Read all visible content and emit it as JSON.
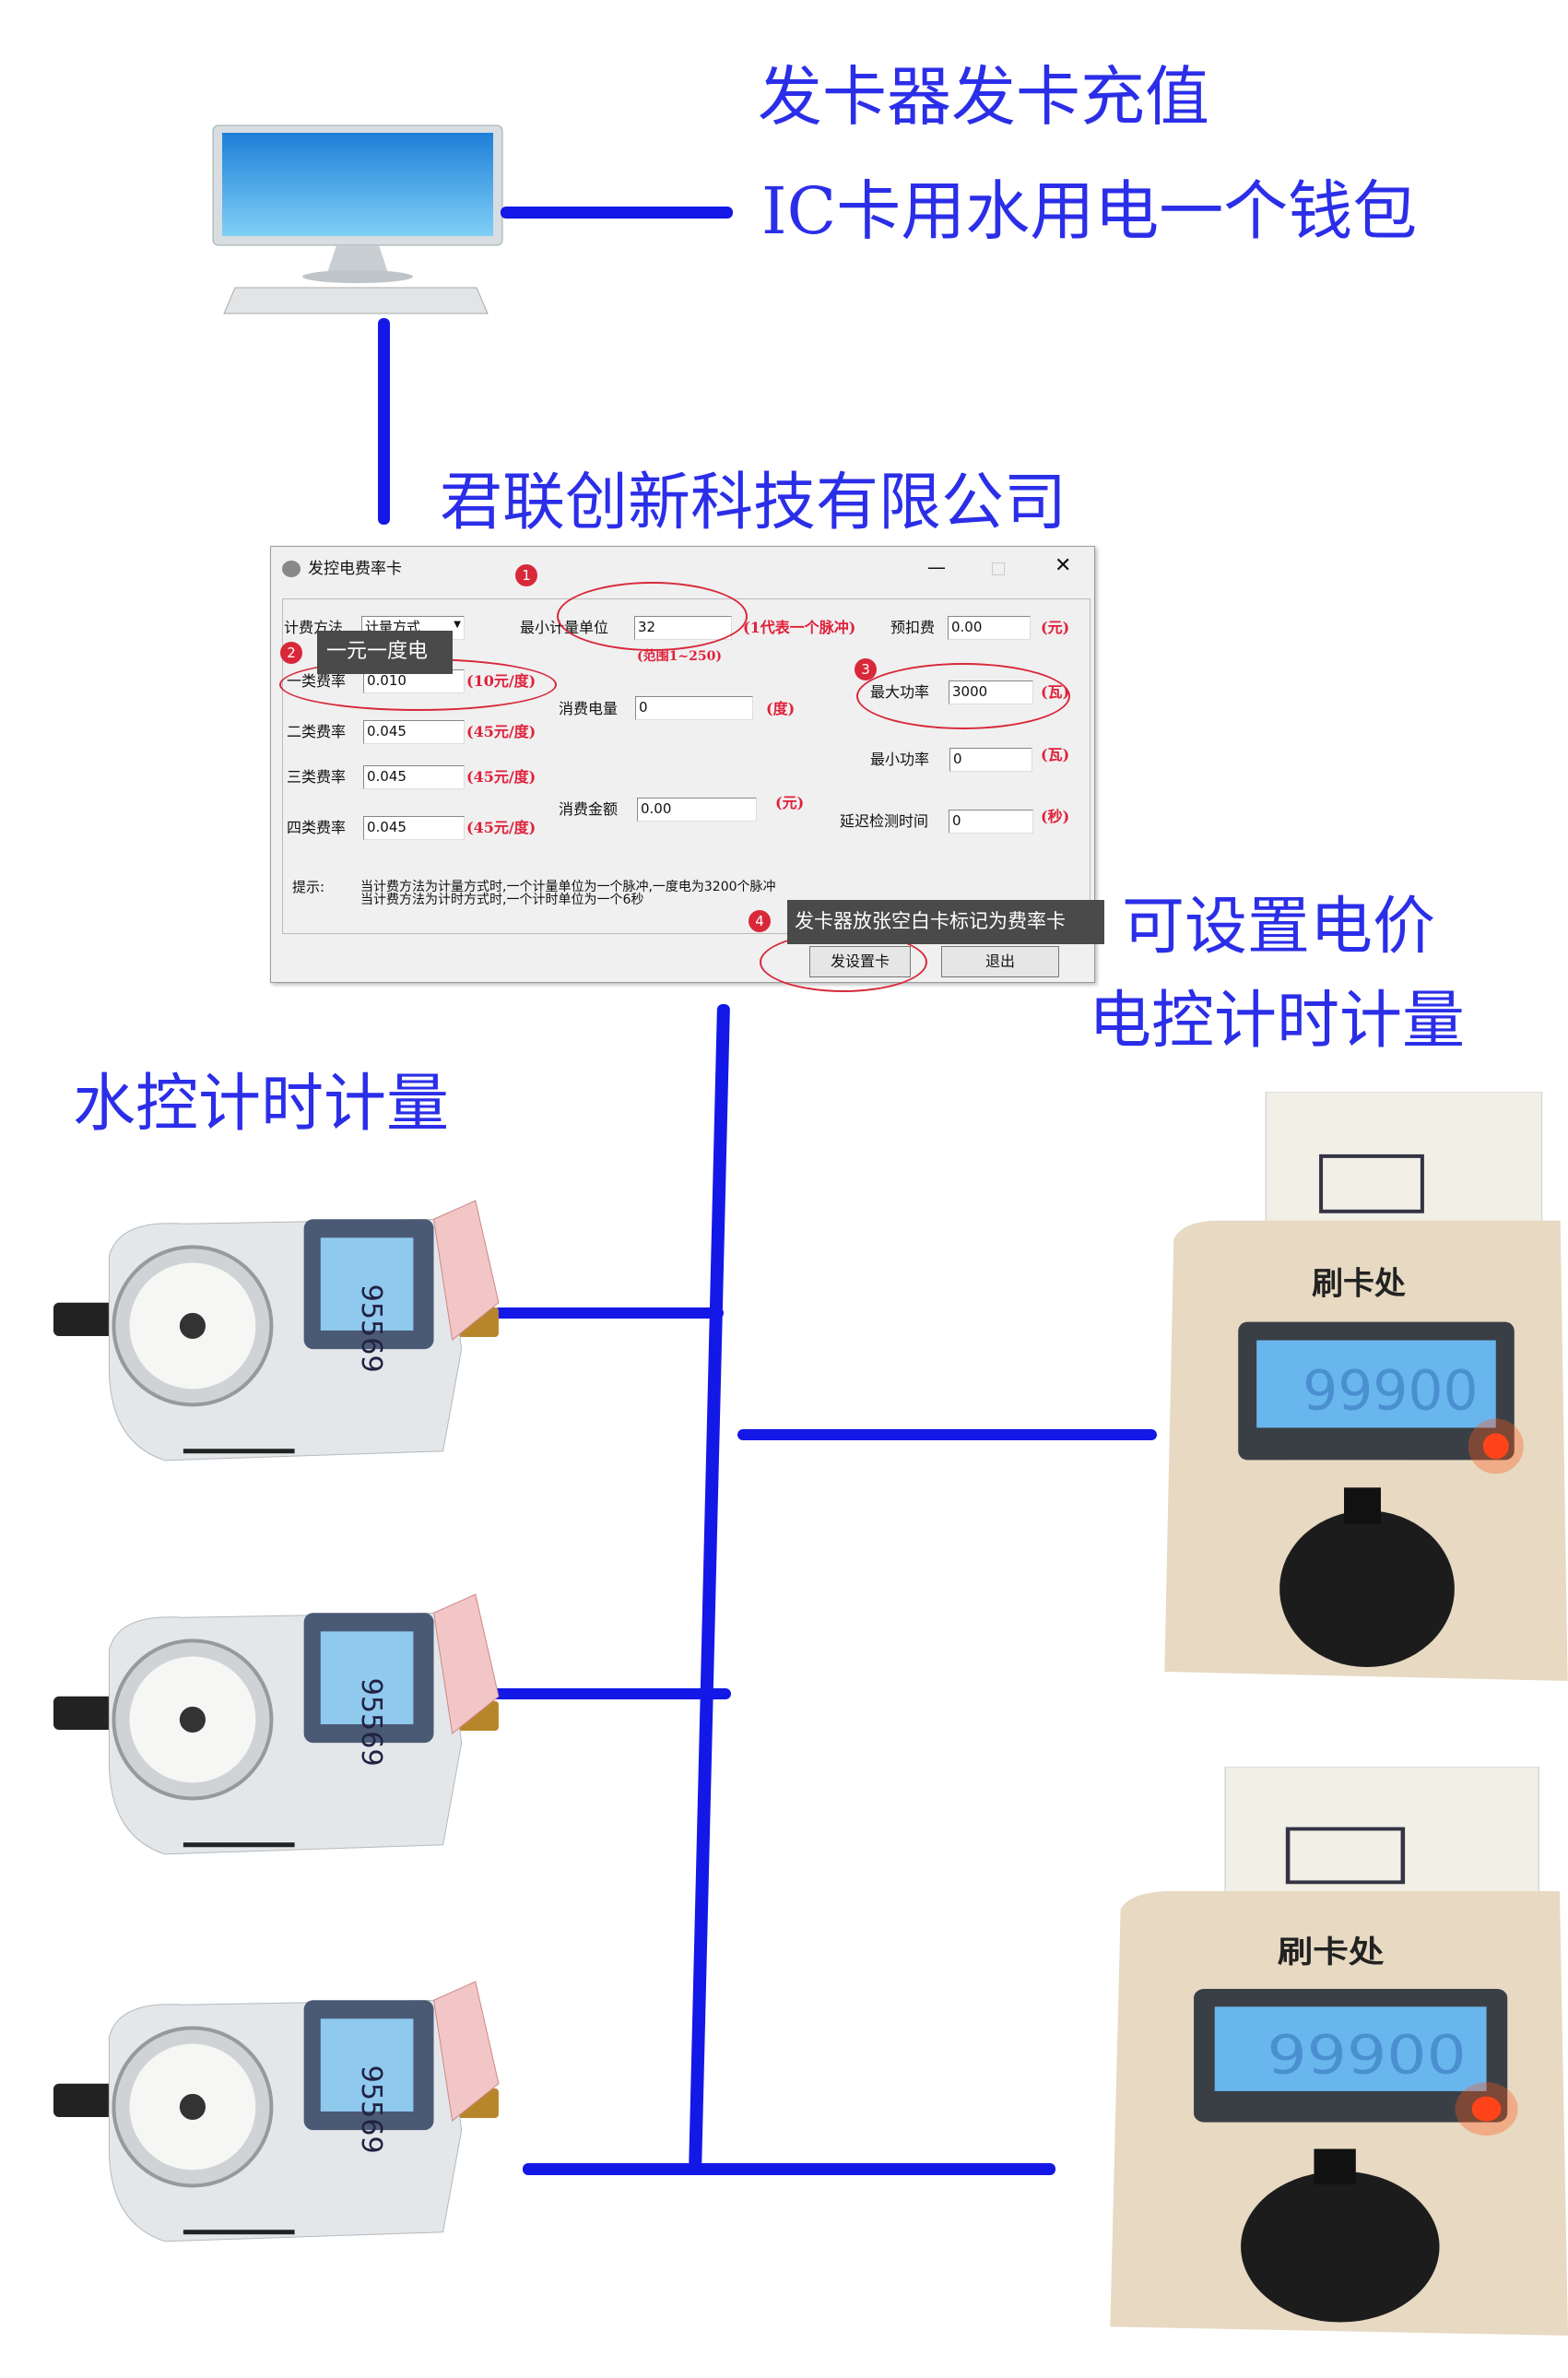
{
  "headings": {
    "card_issue": "发卡器发卡充值",
    "wallet": "IC卡用水用电一个钱包",
    "company": "君联创新科技有限公司",
    "price": "可设置电价",
    "electric": "电控计时计量",
    "water": "水控计时计量"
  },
  "dialog": {
    "title": "发控电费率卡",
    "billing_method_label": "计费方法",
    "billing_method_value": "计量方式",
    "min_unit_label": "最小计量单位",
    "min_unit_value": "32",
    "min_unit_note": "(1代表一个脉冲)",
    "min_unit_range": "(范围1~250)",
    "prepay_label": "预扣费",
    "prepay_value": "0.00",
    "prepay_unit": "(元)",
    "rates": [
      {
        "label": "一类费率",
        "value": "0.010",
        "note": "(10元/度)"
      },
      {
        "label": "二类费率",
        "value": "0.045",
        "note": "(45元/度)"
      },
      {
        "label": "三类费率",
        "value": "0.045",
        "note": "(45元/度)"
      },
      {
        "label": "四类费率",
        "value": "0.045",
        "note": "(45元/度)"
      }
    ],
    "consume_kwh_label": "消费电量",
    "consume_kwh_value": "0",
    "consume_kwh_unit": "(度)",
    "consume_amount_label": "消费金额",
    "consume_amount_value": "0.00",
    "consume_amount_unit": "(元)",
    "max_power_label": "最大功率",
    "max_power_value": "3000",
    "max_power_unit": "(瓦)",
    "min_power_label": "最小功率",
    "min_power_value": "0",
    "min_power_unit": "(瓦)",
    "delay_label": "延迟检测时间",
    "delay_value": "0",
    "delay_unit": "(秒)",
    "hint_label": "提示:",
    "hint_line1": "当计费方法为计量方式时,一个计量单位为一个脉冲,一度电为3200个脉冲",
    "hint_line2": "当计费方法为计时方式时,一个计时单位为一个6秒",
    "send_button": "发设置卡",
    "exit_button": "退出",
    "annotations": {
      "n1": "1",
      "n2": "2",
      "n3": "3",
      "n4": "4",
      "tip2": "一元一度电",
      "tip4": "发卡器放张空白卡标记为费率卡"
    }
  },
  "meters": {
    "card_slot": "刷卡处",
    "lcd": "99900",
    "water_lcd": "95569"
  },
  "colors": {
    "line": "#1418e6",
    "text": "#2b2ee8",
    "annotation": "#d8283a"
  }
}
